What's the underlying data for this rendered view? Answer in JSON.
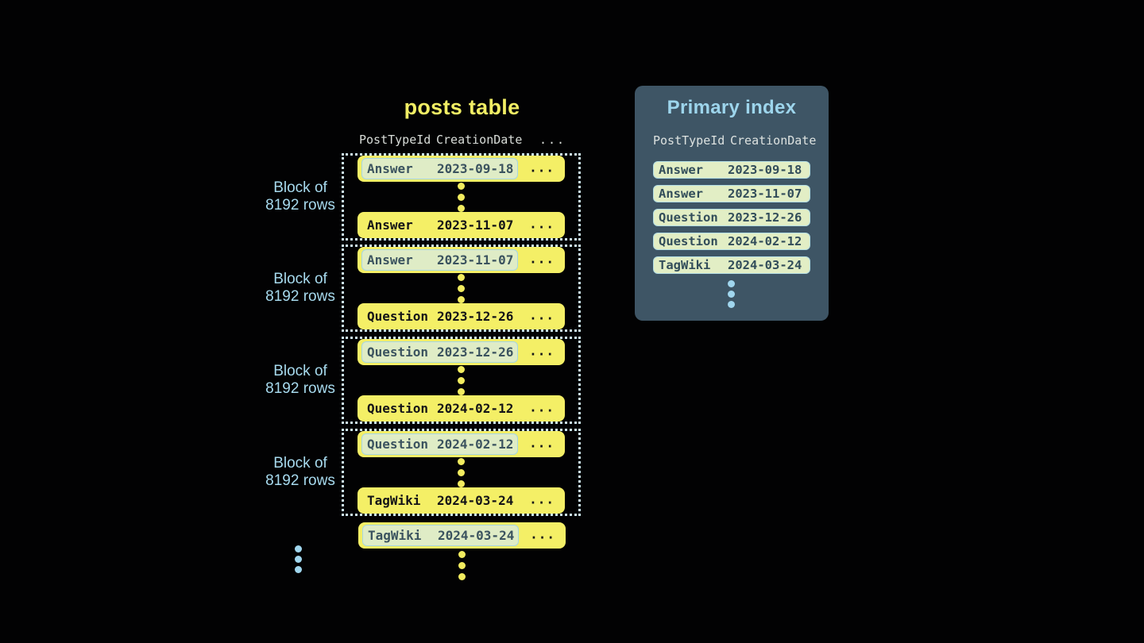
{
  "posts_table": {
    "title": "posts table",
    "columns": [
      "PostTypeId",
      "CreationDate",
      "..."
    ],
    "row_ellipsis": "...",
    "blocks": [
      {
        "label": [
          "Block of",
          "8192 rows"
        ],
        "rows": [
          {
            "post_type": "Answer",
            "creation_date": "2023-09-18"
          },
          {
            "post_type": "Answer",
            "creation_date": "2023-11-07"
          }
        ]
      },
      {
        "label": [
          "Block of",
          "8192 rows"
        ],
        "rows": [
          {
            "post_type": "Answer",
            "creation_date": "2023-11-07"
          },
          {
            "post_type": "Question",
            "creation_date": "2023-12-26"
          }
        ]
      },
      {
        "label": [
          "Block of",
          "8192 rows"
        ],
        "rows": [
          {
            "post_type": "Question",
            "creation_date": "2023-12-26"
          },
          {
            "post_type": "Question",
            "creation_date": "2024-02-12"
          }
        ]
      },
      {
        "label": [
          "Block of",
          "8192 rows"
        ],
        "rows": [
          {
            "post_type": "Question",
            "creation_date": "2024-02-12"
          },
          {
            "post_type": "TagWiki",
            "creation_date": "2024-03-24"
          }
        ]
      }
    ],
    "overflow_row": {
      "post_type": "TagWiki",
      "creation_date": "2024-03-24"
    }
  },
  "primary_index": {
    "title": "Primary index",
    "columns": [
      "PostTypeId",
      "CreationDate"
    ],
    "rows": [
      {
        "post_type": "Answer",
        "creation_date": "2023-09-18"
      },
      {
        "post_type": "Answer",
        "creation_date": "2023-11-07"
      },
      {
        "post_type": "Question",
        "creation_date": "2023-12-26"
      },
      {
        "post_type": "Question",
        "creation_date": "2024-02-12"
      },
      {
        "post_type": "TagWiki",
        "creation_date": "2024-03-24"
      }
    ]
  },
  "icons": {
    "omitted_rows_dots": "vertical-ellipsis",
    "more_blocks_dots": "vertical-ellipsis",
    "more_index_rows_dots": "vertical-ellipsis"
  },
  "colors": {
    "background": "#020203",
    "row_yellow": "#f4ef66",
    "title_yellow": "#f1ee64",
    "key_fill": "#dfecc6",
    "key_border": "#a6d6e2",
    "key_text": "#3b535f",
    "dark_text": "#131317",
    "header_text": "#d9ddd9",
    "dotted_border": "#cde8f2",
    "panel_background": "#3e5565",
    "panel_title_blue": "#9dd5ec",
    "block_label_blue": "#a7daee",
    "yellow_dot": "#f2ec5f",
    "blue_dot": "#a0d6ee"
  }
}
